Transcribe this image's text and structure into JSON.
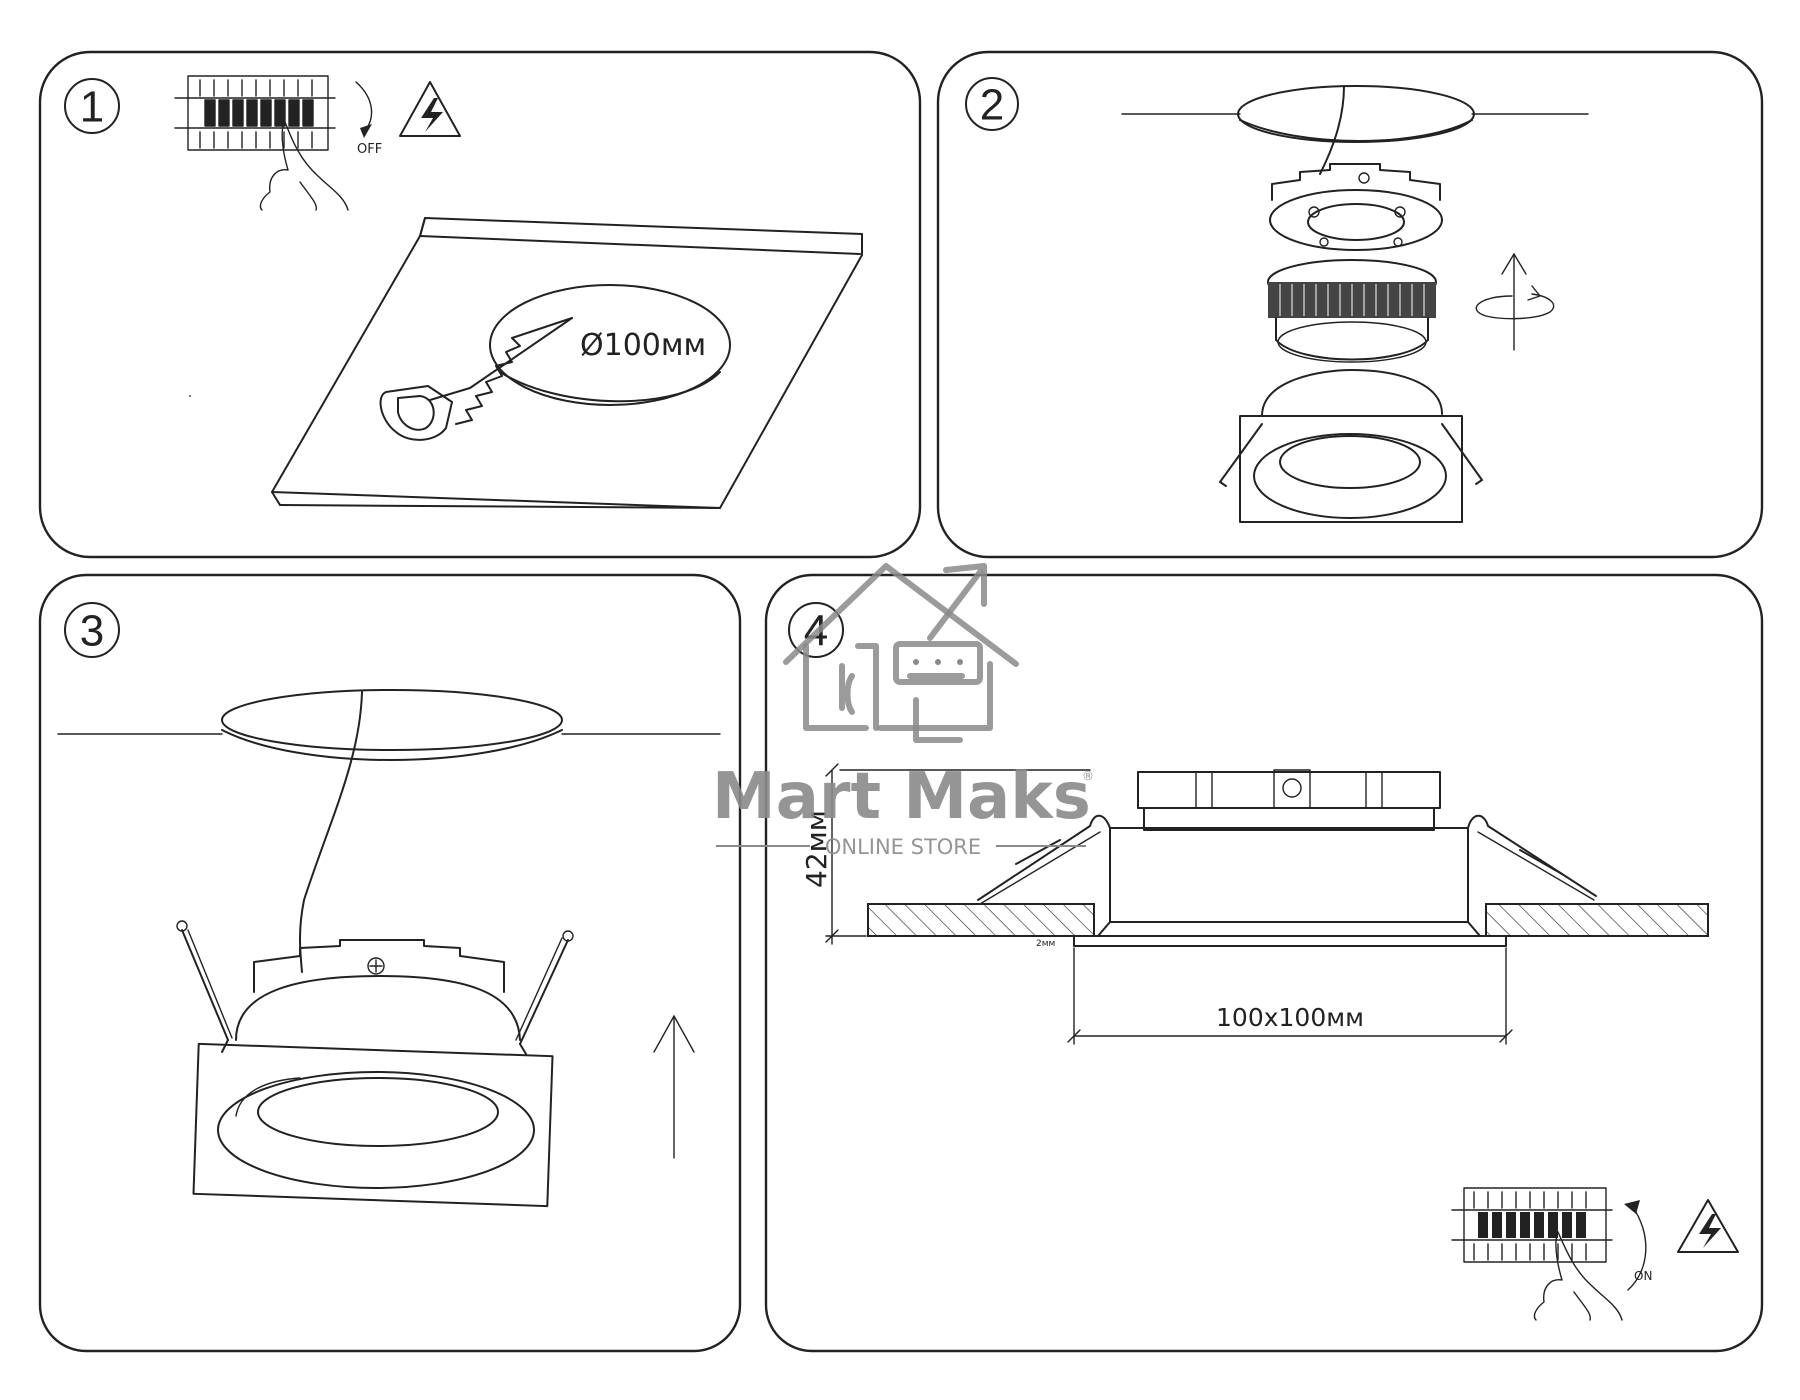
{
  "panels": [
    {
      "number": "1",
      "breaker_state": "OFF",
      "hole_label": "Ø100мм"
    },
    {
      "number": "2"
    },
    {
      "number": "3"
    },
    {
      "number": "4",
      "height_label": "42мм",
      "gap_label": "2мм",
      "size_label": "100x100мм",
      "breaker_state": "ON"
    }
  ],
  "watermark": {
    "brand": "Mart Maks",
    "registered": "®",
    "tagline": "ONLINE STORE"
  },
  "icons": [
    "breaker-panel-icon",
    "hand-icon",
    "high-voltage-warning-icon",
    "saw-icon",
    "rotate-arrow-icon",
    "up-arrow-icon",
    "house-logo-icon"
  ]
}
